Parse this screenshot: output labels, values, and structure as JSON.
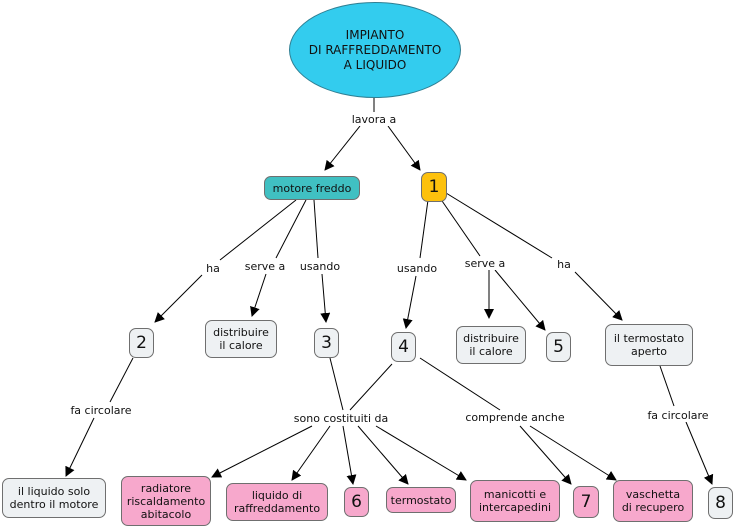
{
  "root": "IMPIANTO\nDI RAFFREDDAMENTO\nA LIQUIDO",
  "links": {
    "lavora_a": "lavora a",
    "ha_left": "ha",
    "serve_a_left": "serve a",
    "usando_left": "usando",
    "usando_right": "usando",
    "serve_a_right": "serve a",
    "ha_right": "ha",
    "fa_circolare_left": "fa circolare",
    "sono_costituiti_da": "sono costituiti da",
    "comprende_anche": "comprende anche",
    "fa_circolare_right": "fa circolare"
  },
  "nodes": {
    "motore_freddo": "motore freddo",
    "n1": "1",
    "n2": "2",
    "distribuire_left": "distribuire\nil calore",
    "n3": "3",
    "n4": "4",
    "distribuire_right": "distribuire\nil calore",
    "n5": "5",
    "termostato_aperto": "il termostato\naperto",
    "liquido_solo": "il liquido solo\ndentro il motore",
    "radiatore": "radiatore\nriscaldamento\nabitacolo",
    "liquido_raffreddamento": "liquido di\nraffreddamento",
    "n6": "6",
    "termostato": "termostato",
    "manicotti": "manicotti e\nintercapedini",
    "n7": "7",
    "vaschetta": "vaschetta\ndi recupero",
    "n8": "8"
  },
  "colors": {
    "root_fill": "#33ccee",
    "teal_fill": "#40c0c2",
    "yellow_fill": "#fdc10d",
    "pink_fill": "#f7a8cc",
    "white_fill": "#eef1f3"
  }
}
